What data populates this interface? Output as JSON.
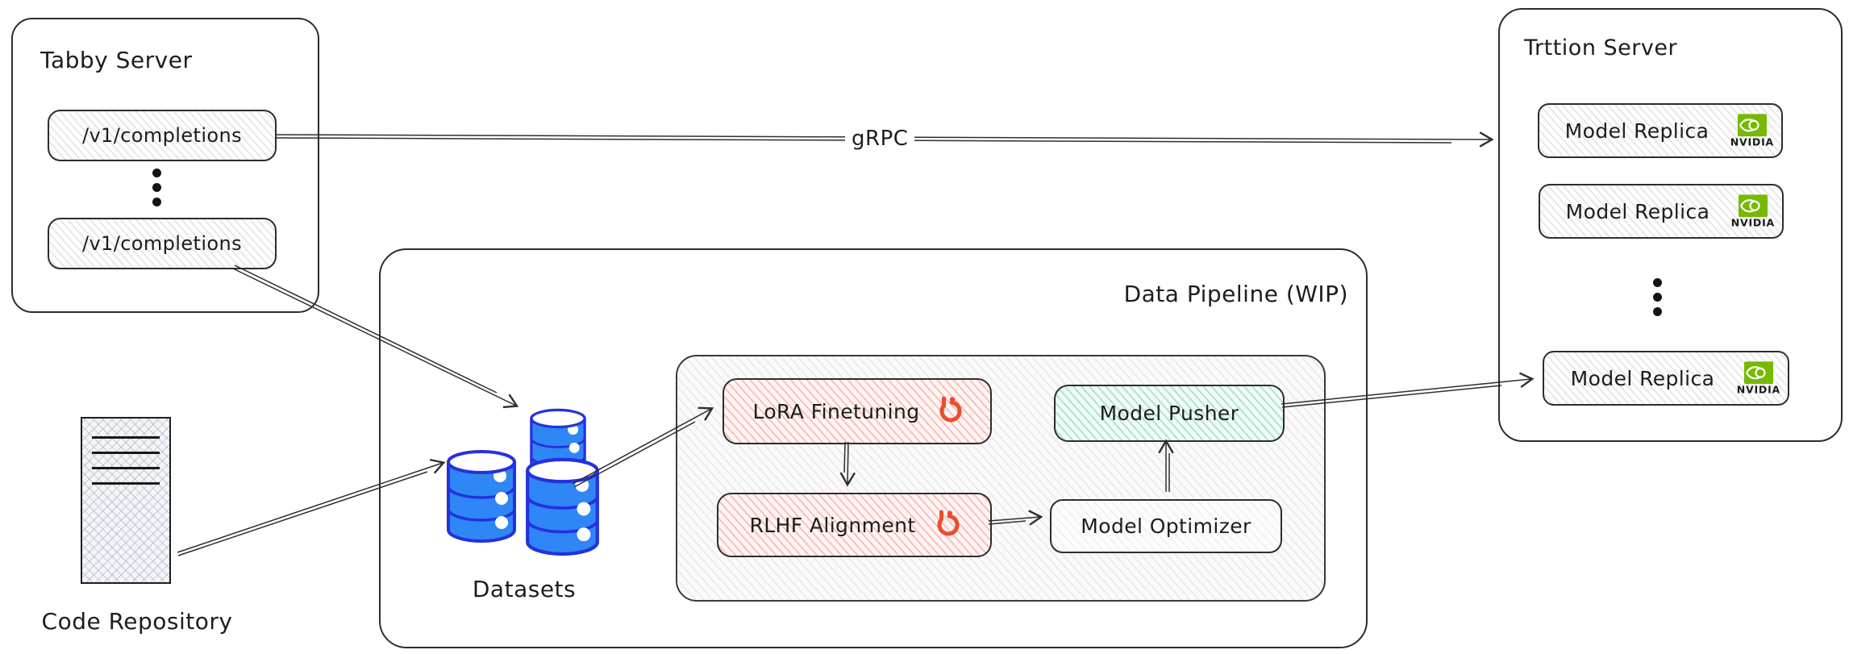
{
  "tabby_server": {
    "title": "Tabby Server",
    "endpoints": [
      "/v1/completions",
      "/v1/completions"
    ]
  },
  "triton_server": {
    "title": "Trttion Server",
    "replicas": [
      "Model Replica",
      "Model Replica",
      "Model Replica"
    ],
    "gpu_label": "NVIDIA"
  },
  "pipeline": {
    "title": "Data Pipeline (WIP)",
    "lora": "LoRA Finetuning",
    "rlhf": "RLHF Alignment",
    "pusher": "Model Pusher",
    "optimizer": "Model Optimizer"
  },
  "labels": {
    "datasets": "Datasets",
    "code_repository": "Code Repository",
    "grpc": "gRPC"
  },
  "icons": {
    "pytorch": "pytorch-flame-icon",
    "nvidia": "nvidia-eye-icon",
    "database": "database-cylinder-icon",
    "document": "document-icon",
    "ellipsis": "vertical-ellipsis"
  },
  "colors": {
    "stroke": "#2d2d2d",
    "pytorch_orange": "#ee4c2c",
    "nvidia_green": "#76b900",
    "database_blue": "#2e87f5",
    "database_blue_stroke": "#2531dd",
    "red_hatch": "#eb5a4e",
    "teal_hatch": "#20b285"
  }
}
